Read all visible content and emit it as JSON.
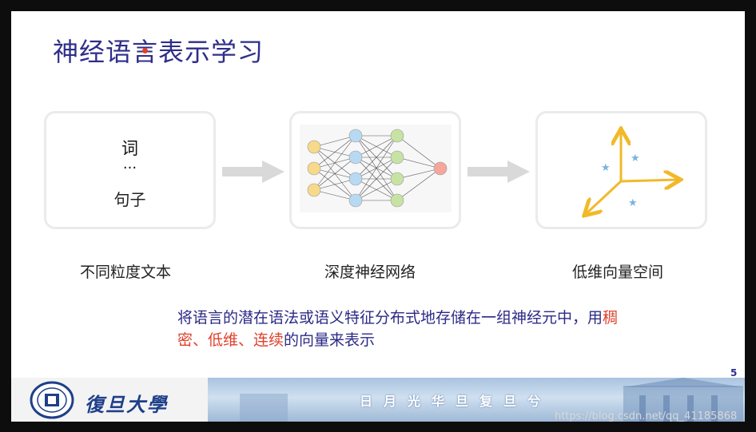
{
  "slide": {
    "title": "神经语言表示学习",
    "box1": {
      "word": "词",
      "dots": "···",
      "sentence": "句子"
    },
    "captions": [
      "不同粒度文本",
      "深度神经网络",
      "低维向量空间"
    ],
    "description": {
      "part1": "将语言的潜在语法或语义特征分布式地存储在一组神经元中，用",
      "highlight": "稠密、低维、连续",
      "part2": "的向量来表示"
    },
    "page_number": "5"
  },
  "footer": {
    "logo_text": "復旦大學",
    "banner_text": "日月光华旦复旦兮"
  },
  "watermark": "https://blog.csdn.net/qq_41185868",
  "colors": {
    "title": "#2f2e8a",
    "highlight": "#e0402c",
    "neuron_input": "#f6d98a",
    "neuron_hidden1": "#b8d9f2",
    "neuron_hidden2": "#c6e3a4",
    "neuron_output": "#f4a79a",
    "vector_axis": "#f1b92a",
    "vector_star": "#7ab3dc"
  }
}
